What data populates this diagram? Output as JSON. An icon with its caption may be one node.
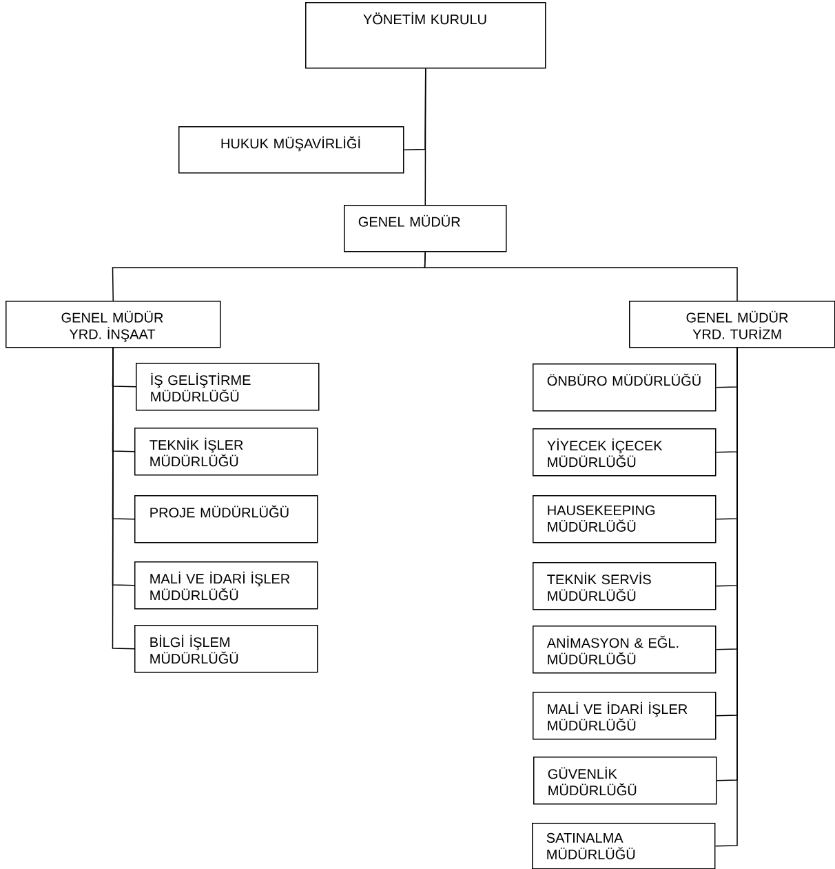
{
  "diagram": {
    "nodes": [
      {
        "text": [
          "YÖNETİM KURULU"
        ]
      },
      {
        "text": [
          "HUKUK MÜŞAVİRLİĞİ"
        ]
      },
      {
        "text": [
          "GENEL MÜDÜR"
        ]
      },
      {
        "text": [
          "GENEL MÜDÜR YRD. İNŞAAT"
        ]
      },
      {
        "text": [
          "İŞ GELİŞTİRME MÜDÜRLÜĞÜ"
        ]
      },
      {
        "text": [
          "TEKNİK İŞLER MÜDÜRLÜĞÜ"
        ]
      },
      {
        "text": [
          "PROJE MÜDÜRLÜĞÜ"
        ]
      },
      {
        "text": [
          "MALİ VE İDARİ İŞLER MÜDÜRLÜĞÜ"
        ]
      },
      {
        "text": [
          "BİLGİ İŞLEM MÜDÜRLÜĞÜ"
        ]
      },
      {
        "text": [
          "GENEL MÜDÜR  YRD. TURİZM"
        ]
      },
      {
        "text": [
          "ÖNBÜRO MÜDÜRLÜĞÜ"
        ]
      },
      {
        "text": [
          "YİYECEK İÇECEK MÜDÜRLÜĞÜ"
        ]
      },
      {
        "text": [
          "HAUSEKEEPING MÜDÜRLÜĞÜ"
        ]
      },
      {
        "text": [
          "TEKNİK SERVİS MÜDÜRLÜĞÜ"
        ]
      },
      {
        "text": [
          "ANİMASYON & EĞL. MÜDÜRLÜĞÜ"
        ]
      },
      {
        "text": [
          "MALİ VE İDARİ İŞLER MÜDÜRLÜĞÜ"
        ]
      },
      {
        "text": [
          "GÜVENLİK MÜDÜRLÜĞÜ"
        ]
      },
      {
        "text": [
          "SATINALMA MÜDÜRLÜĞÜ"
        ]
      }
    ],
    "edges": [
      {
        "from": 0,
        "to": 1,
        "arrow": "none"
      },
      {
        "from": 0,
        "to": 2,
        "arrow": "none"
      },
      {
        "from": 2,
        "to": 3,
        "arrow": "none"
      },
      {
        "from": 2,
        "to": 9,
        "arrow": "none"
      },
      {
        "from": 3,
        "to": 4,
        "arrow": "none"
      },
      {
        "from": 3,
        "to": 5,
        "arrow": "none"
      },
      {
        "from": 3,
        "to": 6,
        "arrow": "none"
      },
      {
        "from": 3,
        "to": 7,
        "arrow": "none"
      },
      {
        "from": 3,
        "to": 8,
        "arrow": "none"
      },
      {
        "from": 9,
        "to": 10,
        "arrow": "none"
      },
      {
        "from": 9,
        "to": 11,
        "arrow": "none"
      },
      {
        "from": 9,
        "to": 12,
        "arrow": "none"
      },
      {
        "from": 9,
        "to": 13,
        "arrow": "none"
      },
      {
        "from": 9,
        "to": 14,
        "arrow": "none"
      },
      {
        "from": 9,
        "to": 15,
        "arrow": "none"
      },
      {
        "from": 9,
        "to": 16,
        "arrow": "none"
      },
      {
        "from": 9,
        "to": 17,
        "arrow": "none"
      }
    ]
  }
}
